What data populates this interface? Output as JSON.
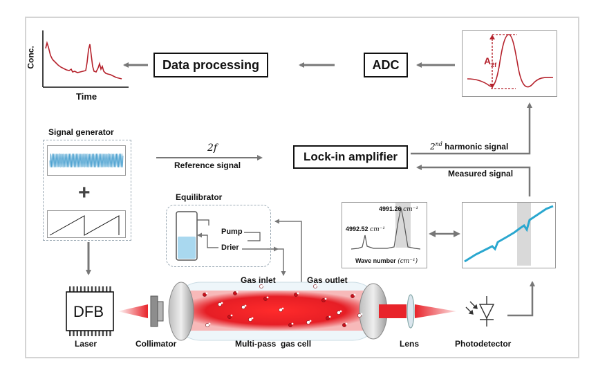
{
  "conc_plot": {
    "ylabel": "Conc.",
    "xlabel": "Time"
  },
  "blocks": {
    "data_processing": "Data processing",
    "adc": "ADC",
    "lock_in": "Lock-in amplifier"
  },
  "second_harmonic": {
    "amplitude_label": "A",
    "amplitude_sub": "2f"
  },
  "signal_generator": {
    "title": "Signal generator",
    "plus": "+"
  },
  "reference": {
    "freq": "2f",
    "label": "Reference signal"
  },
  "lockin_inputs": {
    "harmonic_sup": "nd",
    "harmonic_num": "2",
    "harmonic_text": " harmonic signal",
    "measured": "Measured signal"
  },
  "equilibrator": {
    "title": "Equilibrator",
    "pump": "Pump",
    "drier": "Drier"
  },
  "spectrum_inset": {
    "peak1": "4992.52",
    "peak1_unit": "cm⁻¹",
    "peak2": "4991.26",
    "peak2_unit": "cm⁻¹",
    "xlabel": "Wave number",
    "xlabel_unit": "(cm⁻¹)"
  },
  "gas_ports": {
    "inlet": "Gas inlet",
    "outlet": "Gas outlet"
  },
  "components": {
    "dfb": "DFB",
    "laser": "Laser",
    "collimator": "Collimator",
    "gas_cell": "Multi-pass  gas cell",
    "lens": "Lens",
    "photodetector": "Photodetector"
  },
  "colors": {
    "laser_red": "#e8232a",
    "plot_red": "#b5212b",
    "transmission_blue": "#2aa7cf",
    "arrow_gray": "#777777",
    "liquid_blue": "#a9d8ef"
  }
}
